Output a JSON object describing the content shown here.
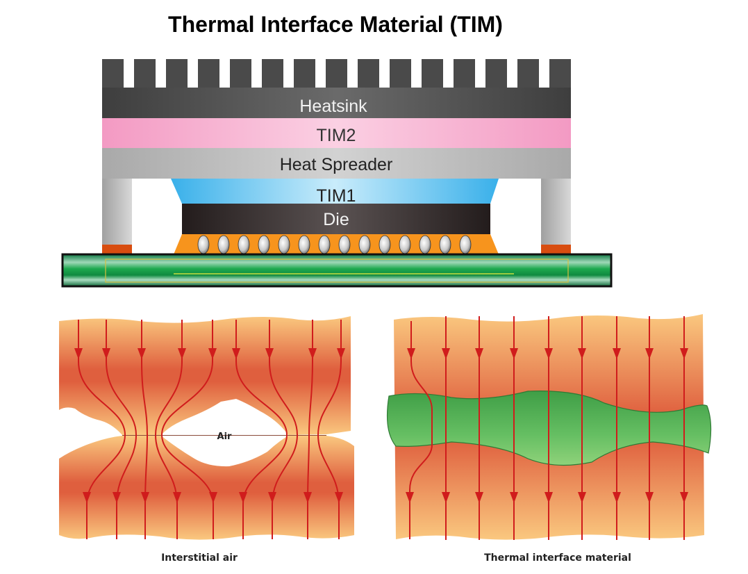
{
  "title": "Thermal Interface Material (TIM)",
  "stack_labels": {
    "heatsink": "Heatsink",
    "tim2": "TIM2",
    "heat_spreader": "Heat Spreader",
    "tim1": "TIM1",
    "die": "Die"
  },
  "left_panel": {
    "hole_label": "Air",
    "caption": "Interstitial air"
  },
  "right_panel": {
    "caption": "Thermal interface material"
  },
  "colors": {
    "heatsink": "#4a4a4a",
    "tim2": "#f5a8cb",
    "heat_spreader": "#b4b4b4",
    "tim1": "#5cc2f0",
    "die": "#2b2424",
    "underfill": "#f7941d",
    "pcb": "#1f9a52",
    "heat_flow": "#d01c1c",
    "tim_material": "#5bb35e"
  }
}
